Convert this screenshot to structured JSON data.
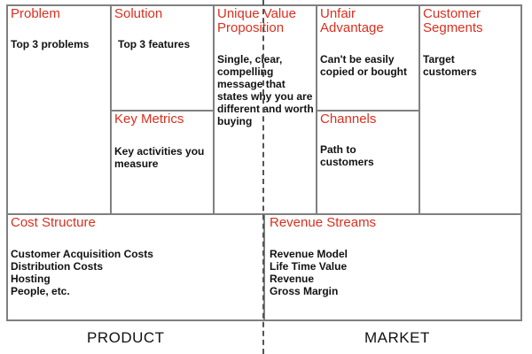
{
  "canvas": {
    "problem": {
      "title": "Problem",
      "body": "Top 3 problems"
    },
    "solution": {
      "title": "Solution",
      "body": "Top 3 features"
    },
    "key_metrics": {
      "title": "Key Metrics",
      "body": "Key activities you measure"
    },
    "uvp": {
      "title": "Unique Value Proposition",
      "body": "Single, clear, compelling message that states why you are different and worth buying"
    },
    "unfair_advantage": {
      "title": "Unfair Advantage",
      "body": "Can't be easily copied or bought"
    },
    "channels": {
      "title": "Channels",
      "body": "Path to customers"
    },
    "customer_segments": {
      "title": "Customer Segments",
      "body": "Target customers"
    },
    "cost_structure": {
      "title": "Cost Structure",
      "items": [
        "Customer Acquisition Costs",
        "Distribution Costs",
        "Hosting",
        "People, etc."
      ]
    },
    "revenue_streams": {
      "title": "Revenue Streams",
      "items": [
        "Revenue Model",
        "Life Time Value",
        "Revenue",
        "Gross Margin"
      ]
    }
  },
  "footer": {
    "left": "PRODUCT",
    "right": "MARKET"
  },
  "colors": {
    "title": "#d9301f",
    "border": "#808080"
  }
}
